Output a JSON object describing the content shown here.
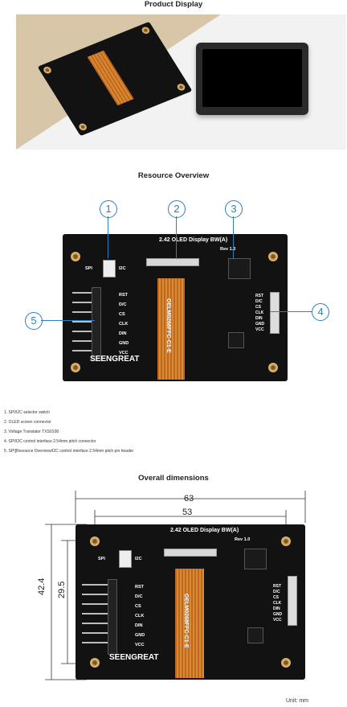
{
  "sections": {
    "product_display": "Product Display",
    "resource_overview": "Resource Overview",
    "overall_dimensions": "Overall dimensions"
  },
  "board": {
    "title": "2.42 OLED Display BW(A)",
    "rev": "Rev 1.0",
    "brand": "SEENGREAT",
    "ribbon_text": "OELM0268FFC-C1-E",
    "switch_labels": {
      "left": "SPI",
      "right": "I2C"
    },
    "pins": [
      "RST",
      "D/C",
      "CS",
      "CLK",
      "DIN",
      "GND",
      "VCC"
    ]
  },
  "callouts": [
    "1",
    "2",
    "3",
    "4",
    "5"
  ],
  "notes": [
    "1. SPI/I2C selector switch",
    "2. OLED screen connector",
    "3. Voltage Translator TXS0108",
    "4. SPI/I2C control interface 2.54mm pitch connector",
    "5. SPI[Resource Overview/I2C control interface 2.54mm pitch pin header"
  ],
  "dimensions": {
    "width_outer": "63",
    "width_inner": "53",
    "height_outer": "42.4",
    "height_inner": "29.5",
    "unit": "Unit: mm"
  },
  "colors": {
    "accent": "#2d7fc4",
    "pcb": "#121212",
    "ribbon": "#d98a34"
  }
}
